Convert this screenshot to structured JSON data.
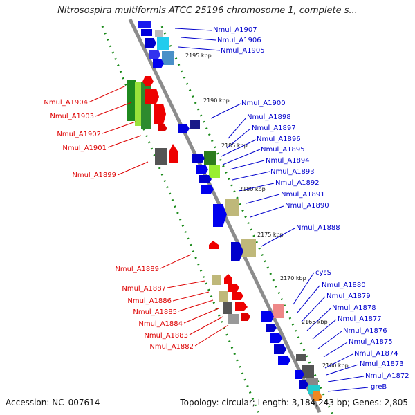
{
  "title": "Nitrosospira multiformis ATCC 25196 chromosome 1, complete s...",
  "accession": "Accession: NC_007614",
  "summary": "Topology: circular; Length: 3,184,243 bp; Genes: 2,805",
  "colors": {
    "forward_label": "#0000cc",
    "reverse_label": "#dd0000",
    "backbone": "#8c8c8c",
    "ticks": "#1a8a1a"
  },
  "kbp_labels": [
    "2195 kbp",
    "2190 kbp",
    "2185 kbp",
    "2180 kbp",
    "2175 kbp",
    "2170 kbp",
    "2165 kbp",
    "2160 kbp"
  ],
  "forward_genes": [
    "Nmul_A1907",
    "Nmul_A1906",
    "Nmul_A1905",
    "Nmul_A1900",
    "Nmul_A1898",
    "Nmul_A1897",
    "Nmul_A1896",
    "Nmul_A1895",
    "Nmul_A1894",
    "Nmul_A1893",
    "Nmul_A1892",
    "Nmul_A1891",
    "Nmul_A1890",
    "Nmul_A1888",
    "cysS",
    "Nmul_A1880",
    "Nmul_A1879",
    "Nmul_A1878",
    "Nmul_A1877",
    "Nmul_A1876",
    "Nmul_A1875",
    "Nmul_A1874",
    "Nmul_A1873",
    "Nmul_A1872",
    "greB"
  ],
  "reverse_genes": [
    "Nmul_A1904",
    "Nmul_A1903",
    "Nmul_A1902",
    "Nmul_A1901",
    "Nmul_A1899",
    "Nmul_A1889",
    "Nmul_A1887",
    "Nmul_A1886",
    "Nmul_A1885",
    "Nmul_A1884",
    "Nmul_A1883",
    "Nmul_A1882"
  ]
}
